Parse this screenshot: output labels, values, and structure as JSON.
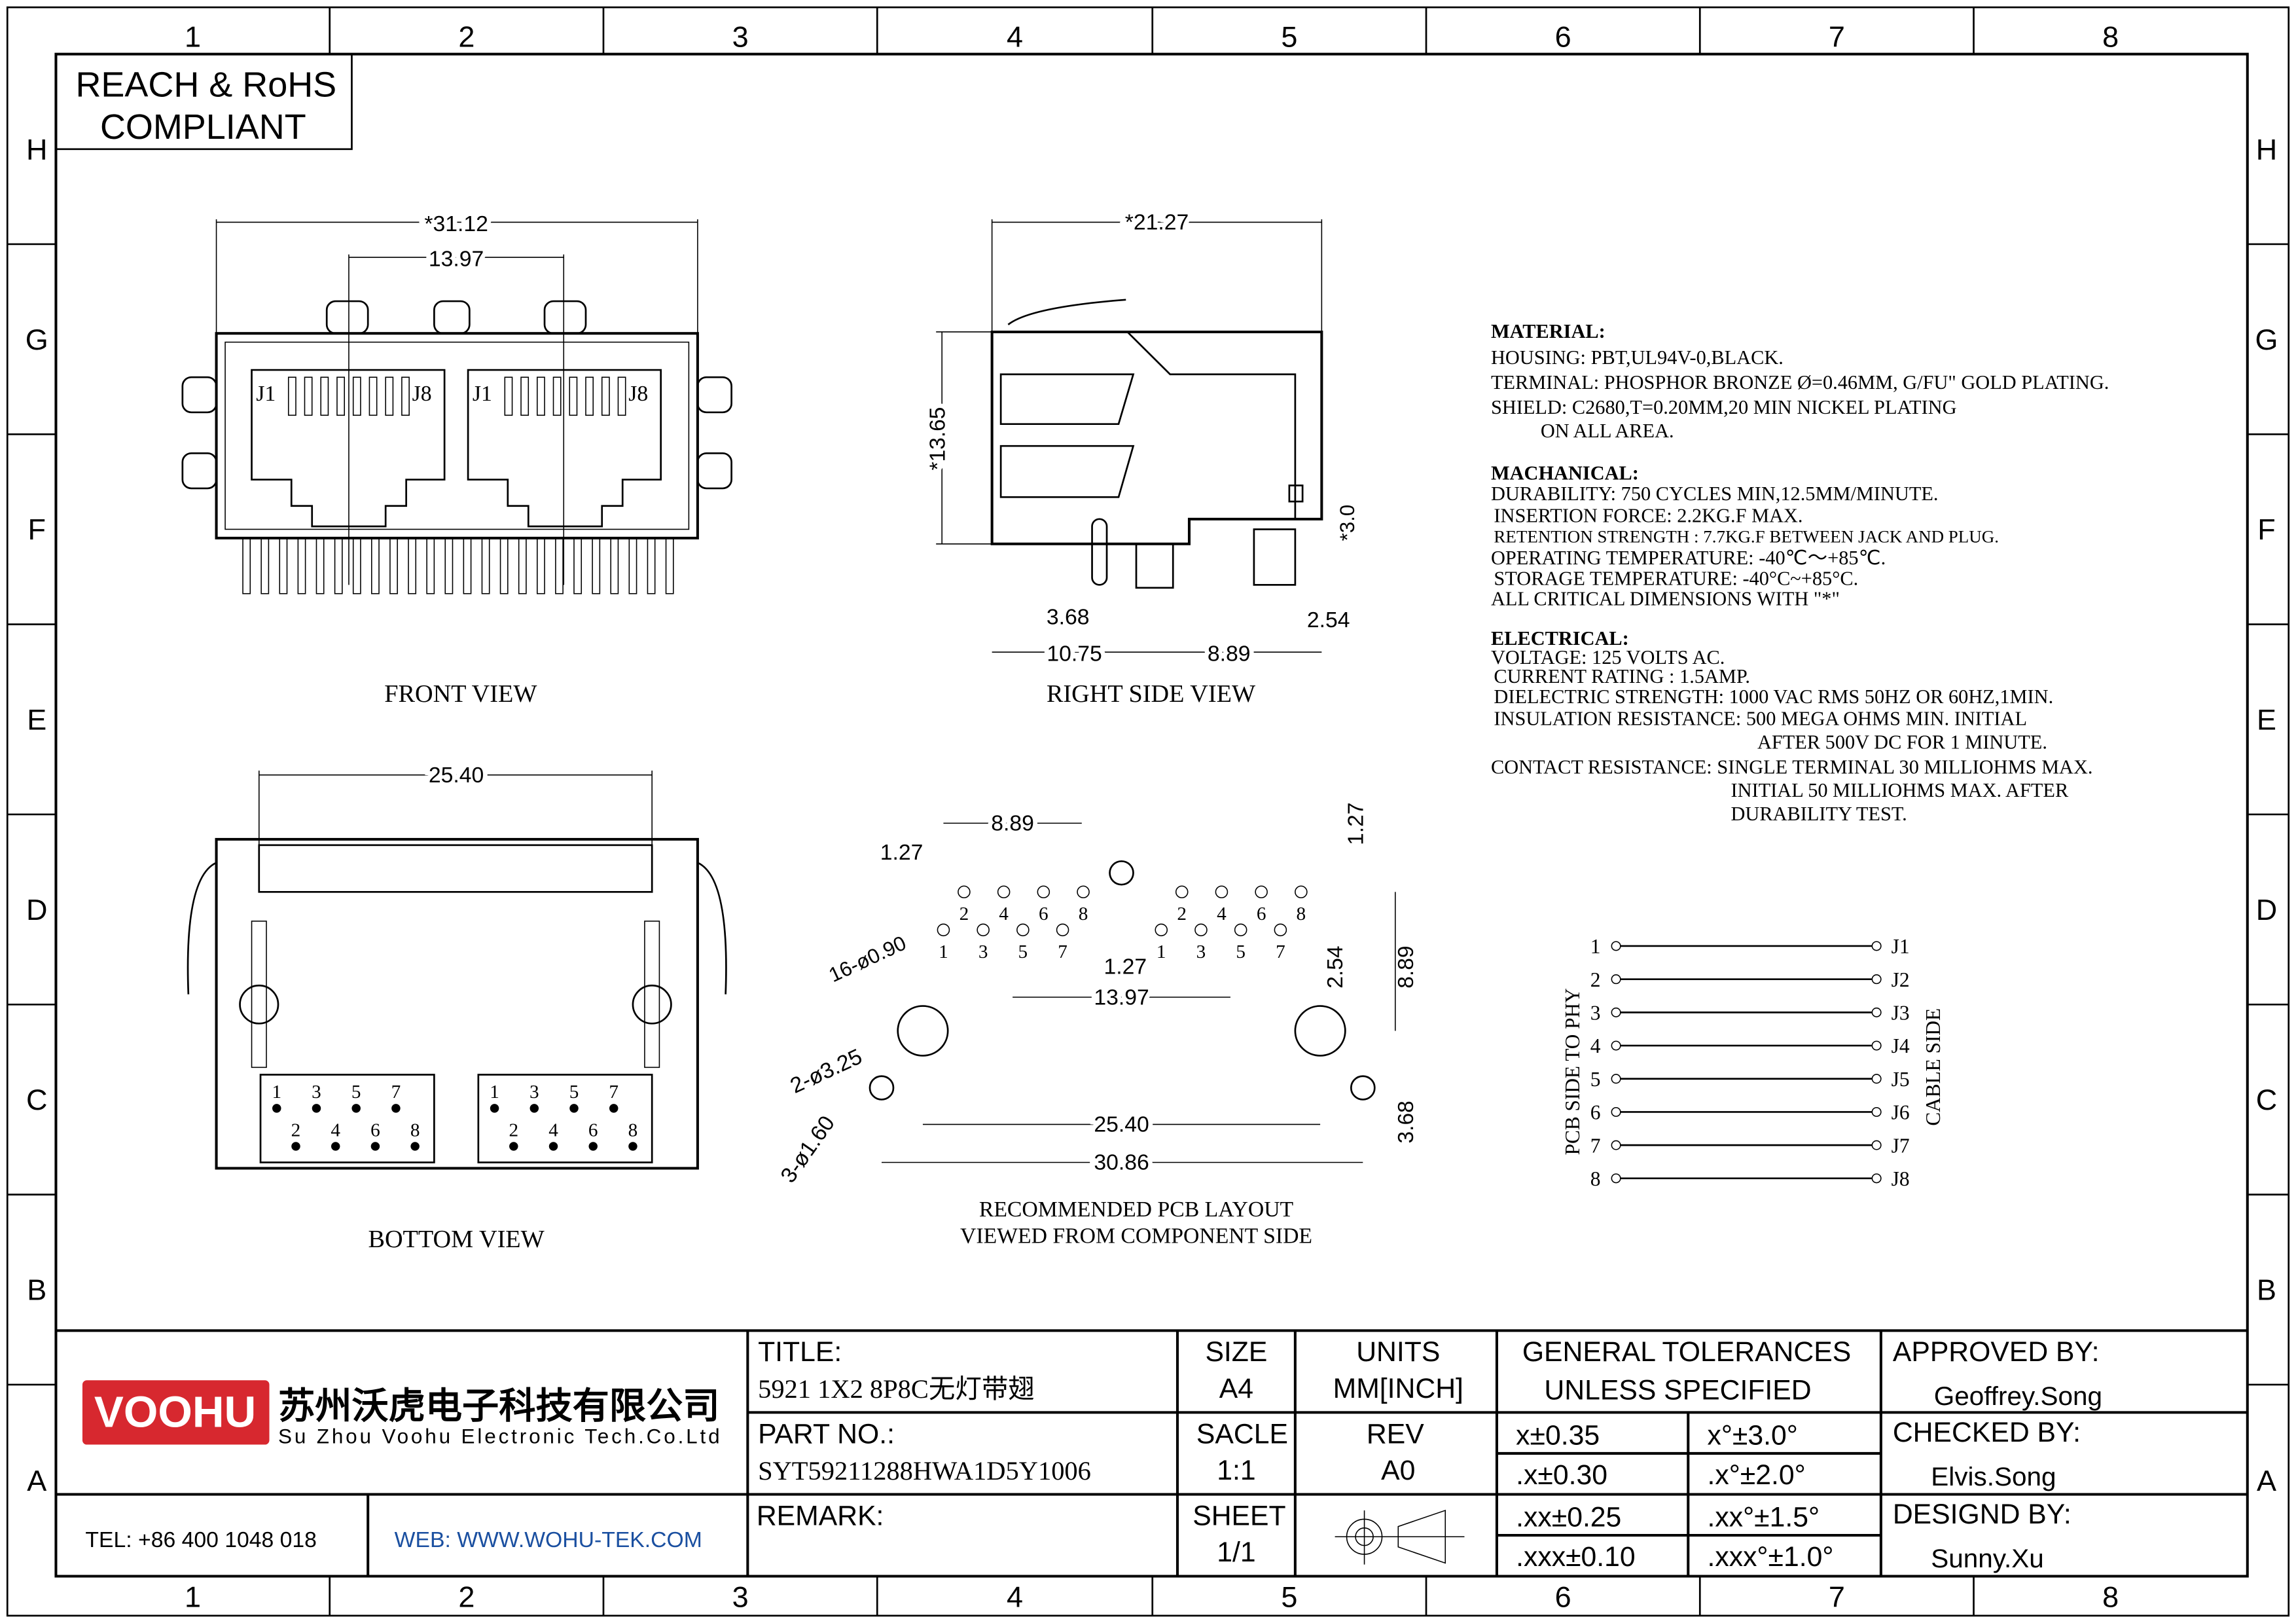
{
  "frame": {
    "columns": [
      "1",
      "2",
      "3",
      "4",
      "5",
      "6",
      "7",
      "8"
    ],
    "rows": [
      "H",
      "G",
      "F",
      "E",
      "D",
      "C",
      "B",
      "A"
    ]
  },
  "compliance": {
    "line1": "REACH & RoHS",
    "line2": "COMPLIANT"
  },
  "front_view": {
    "label": "FRONT VIEW",
    "dim_width": "*31.12",
    "dim_port_pitch": "13.97",
    "pin_left": "J1",
    "pin_right": "J8"
  },
  "right_side_view": {
    "label": "RIGHT SIDE VIEW",
    "dim_depth": "*21.27",
    "dim_height": "*13.65",
    "dim_3_0": "*3.0",
    "dim_3_68": "3.68",
    "dim_2_54": "2.54",
    "dim_10_75": "10.75",
    "dim_8_89": "8.89"
  },
  "bottom_view": {
    "label": "BOTTOM VIEW",
    "dim_width": "25.40",
    "pins_top": [
      "1",
      "3",
      "5",
      "7"
    ],
    "pins_bottom": [
      "2",
      "4",
      "6",
      "8"
    ]
  },
  "pcb_layout": {
    "label_line1": "RECOMMENDED PCB LAYOUT",
    "label_line2": "VIEWED FROM COMPONENT SIDE",
    "dim_8_89": "8.89",
    "dim_1_27a": "1.27",
    "dim_1_27b": "1.27",
    "dim_1_27c": "1.27",
    "dim_holes_signal": "16-ø0.90",
    "dim_13_97": "13.97",
    "dim_2_54": "2.54",
    "dim_8_89v": "8.89",
    "dim_holes_mount": "2-ø3.25",
    "dim_holes_small": "3-ø1.60",
    "dim_25_40": "25.40",
    "dim_30_86": "30.86",
    "dim_3_68": "3.68",
    "pins_even": [
      "2",
      "4",
      "6",
      "8"
    ],
    "pins_odd": [
      "1",
      "3",
      "5",
      "7"
    ]
  },
  "specs": {
    "material_title": "MATERIAL:",
    "material": [
      "HOUSING: PBT,UL94V-0,BLACK.",
      "TERMINAL: PHOSPHOR BRONZE Ø=0.46MM, G/FU\" GOLD PLATING.",
      "SHIELD: C2680,T=0.20MM,20 MIN NICKEL PLATING",
      "          ON ALL AREA."
    ],
    "mechanical_title": "MACHANICAL:",
    "mechanical": [
      "DURABILITY: 750 CYCLES MIN,12.5MM/MINUTE.",
      "INSERTION FORCE: 2.2KG.F MAX.",
      "RETENTION STRENGTH : 7.7KG.F BETWEEN JACK AND PLUG.",
      "OPERATING TEMPERATURE: -40℃～+85℃.",
      "STORAGE TEMPERATURE: -40°C~+85°C.",
      "ALL CRITICAL DIMENSIONS WITH \"*\""
    ],
    "electrical_title": "ELECTRICAL:",
    "electrical": [
      "VOLTAGE: 125 VOLTS AC.",
      "CURRENT RATING : 1.5AMP.",
      "DIELECTRIC STRENGTH: 1000 VAC RMS 50HZ OR 60HZ,1MIN.",
      "INSULATION RESISTANCE: 500 MEGA OHMS MIN. INITIAL",
      "AFTER 500V DC FOR 1 MINUTE.",
      "CONTACT RESISTANCE: SINGLE TERMINAL 30 MILLIOHMS MAX.",
      "INITIAL 50 MILLIOHMS MAX. AFTER",
      "DURABILITY TEST."
    ]
  },
  "schematic": {
    "left_label": "PCB SIDE TO PHY",
    "right_label": "CABLE SIDE",
    "left_pins": [
      "1",
      "2",
      "3",
      "4",
      "5",
      "6",
      "7",
      "8"
    ],
    "right_pins": [
      "J1",
      "J2",
      "J3",
      "J4",
      "J5",
      "J6",
      "J7",
      "J8"
    ]
  },
  "title_block": {
    "logo": "VOOHU",
    "company_cn": "苏州沃虎电子科技有限公司",
    "company_en": "Su Zhou Voohu Electronic Tech.Co.Ltd",
    "tel": "TEL: +86 400 1048 018",
    "web": "WEB: WWW.WOHU-TEK.COM",
    "title_label": "TITLE:",
    "title_value": "5921  1X2  8P8C无灯带翅",
    "part_label": "PART NO.:",
    "part_value": "SYT59211288HWA1D5Y1006",
    "remark_label": "REMARK:",
    "size_label": "SIZE",
    "size_value": "A4",
    "units_label": "UNITS",
    "units_value": "MM[INCH]",
    "scale_label": "SACLE",
    "scale_value": "1:1",
    "rev_label": "REV",
    "rev_value": "A0",
    "sheet_label": "SHEET",
    "sheet_value": "1/1",
    "tol_title1": "GENERAL TOLERANCES",
    "tol_title2": "UNLESS SPECIFIED",
    "tolerances": [
      [
        "x±0.35",
        "x°±3.0°"
      ],
      [
        ".x±0.30",
        ".x°±2.0°"
      ],
      [
        ".xx±0.25",
        ".xx°±1.5°"
      ],
      [
        ".xxx±0.10",
        ".xxx°±1.0°"
      ]
    ],
    "approved_label": "APPROVED BY:",
    "approved_value": "Geoffrey.Song",
    "checked_label": "CHECKED BY:",
    "checked_value": "Elvis.Song",
    "designed_label": "DESIGND BY:",
    "designed_value": "Sunny.Xu",
    "logo_color": "#d7282f"
  }
}
